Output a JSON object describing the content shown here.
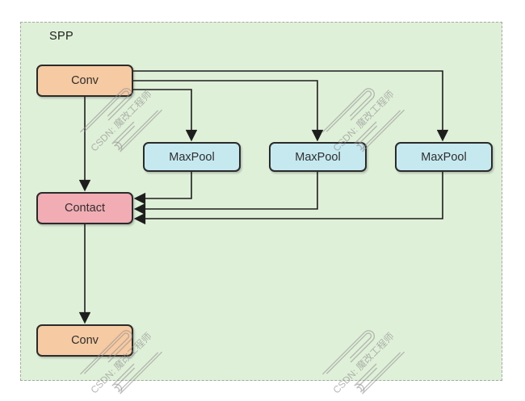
{
  "diagram": {
    "group_label": "SPP",
    "watermark_text": "CSDN: 魔改工程师",
    "nodes": [
      {
        "id": "conv-top",
        "label": "Conv",
        "type": "conv"
      },
      {
        "id": "maxpool-1",
        "label": "MaxPool",
        "type": "maxpool"
      },
      {
        "id": "maxpool-2",
        "label": "MaxPool",
        "type": "maxpool"
      },
      {
        "id": "maxpool-3",
        "label": "MaxPool",
        "type": "maxpool"
      },
      {
        "id": "contact",
        "label": "Contact",
        "type": "contact"
      },
      {
        "id": "conv-bottom",
        "label": "Conv",
        "type": "conv"
      }
    ],
    "edges": [
      {
        "from": "conv-top",
        "to": "maxpool-1"
      },
      {
        "from": "conv-top",
        "to": "maxpool-2"
      },
      {
        "from": "conv-top",
        "to": "maxpool-3"
      },
      {
        "from": "conv-top",
        "to": "contact"
      },
      {
        "from": "maxpool-1",
        "to": "contact"
      },
      {
        "from": "maxpool-2",
        "to": "contact"
      },
      {
        "from": "maxpool-3",
        "to": "contact"
      },
      {
        "from": "contact",
        "to": "conv-bottom"
      }
    ],
    "colors": {
      "container_fill": "#dff0d8",
      "container_border": "#a3aaa3",
      "conv_fill": "#f6caa2",
      "maxpool_fill": "#c6e9f0",
      "contact_fill": "#f2acb4",
      "node_border": "#2b2b2b",
      "connector": "#1e1e1e",
      "watermark": "#8c8c8c"
    }
  }
}
